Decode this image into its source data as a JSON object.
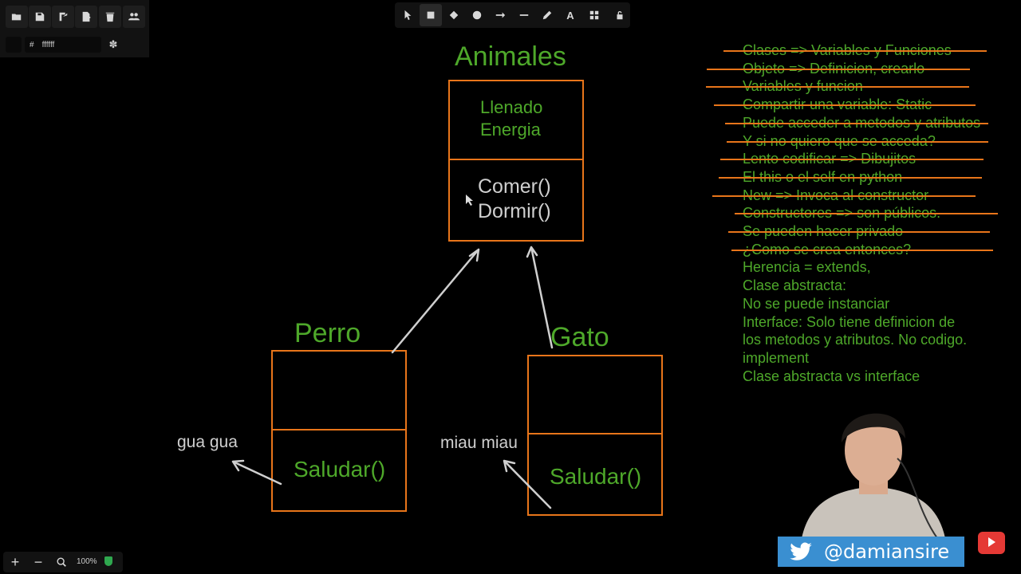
{
  "left_toolbar": {
    "buttons": [
      "open-icon",
      "save-icon",
      "export-icon",
      "import-icon",
      "trash-icon",
      "collab-icon"
    ],
    "color_label": "#",
    "color_value": "ffffff"
  },
  "top_toolbar": {
    "tools": [
      "pointer-icon",
      "rectangle-icon",
      "diamond-icon",
      "ellipse-icon",
      "arrow-icon",
      "line-icon",
      "pencil-icon",
      "text-icon",
      "library-icon",
      "lock-icon"
    ]
  },
  "zoom": {
    "value": "100%"
  },
  "diagram": {
    "animales": {
      "title": "Animales",
      "attributes": [
        "Llenado",
        "Energia"
      ],
      "methods": [
        "Comer()",
        "Dormir()"
      ]
    },
    "perro": {
      "title": "Perro",
      "method": "Saludar()",
      "sound": "gua gua"
    },
    "gato": {
      "title": "Gato",
      "method": "Saludar()",
      "sound": "miau miau"
    }
  },
  "notes": [
    {
      "text": "Clases => Variables y Funciones",
      "struck": true
    },
    {
      "text": "Objeto => Definicion, crearlo",
      "struck": true
    },
    {
      "text": "Variables y funcion",
      "struck": true
    },
    {
      "text": "Compartir una variable: Static",
      "struck": true
    },
    {
      "text": "Puede acceder a metodos y atributos",
      "struck": true
    },
    {
      "text": "Y si no quiero que se acceda?",
      "struck": true
    },
    {
      "text": "Lento codificar => Dibujitos",
      "struck": true
    },
    {
      "text": "El this o el self en python",
      "struck": true
    },
    {
      "text": "New => Invoca al constructor",
      "struck": true
    },
    {
      "text": "Constructores => son públicos.",
      "struck": true
    },
    {
      "text": "Se pueden hacer privado",
      "struck": true
    },
    {
      "text": "¿Como se crea entonces?",
      "struck": true
    },
    {
      "text": "Herencia = extends,",
      "struck": false
    },
    {
      "text": "Clase abstracta:",
      "struck": false
    },
    {
      "text": "No se puede instanciar",
      "struck": false
    },
    {
      "text": "Interface: Solo tiene definicion de",
      "struck": false
    },
    {
      "text": "los metodos y atributos. No codigo.",
      "struck": false
    },
    {
      "text": "implement",
      "struck": false
    },
    {
      "text": "Clase abstracta vs interface",
      "struck": false
    }
  ],
  "streamer": {
    "twitter_handle": "@damiansire"
  },
  "colors": {
    "accent_orange": "#e8751a",
    "text_green": "#4ea82a",
    "text_grey": "#cfcfcf",
    "twitter_blue": "#3a8fd1"
  }
}
